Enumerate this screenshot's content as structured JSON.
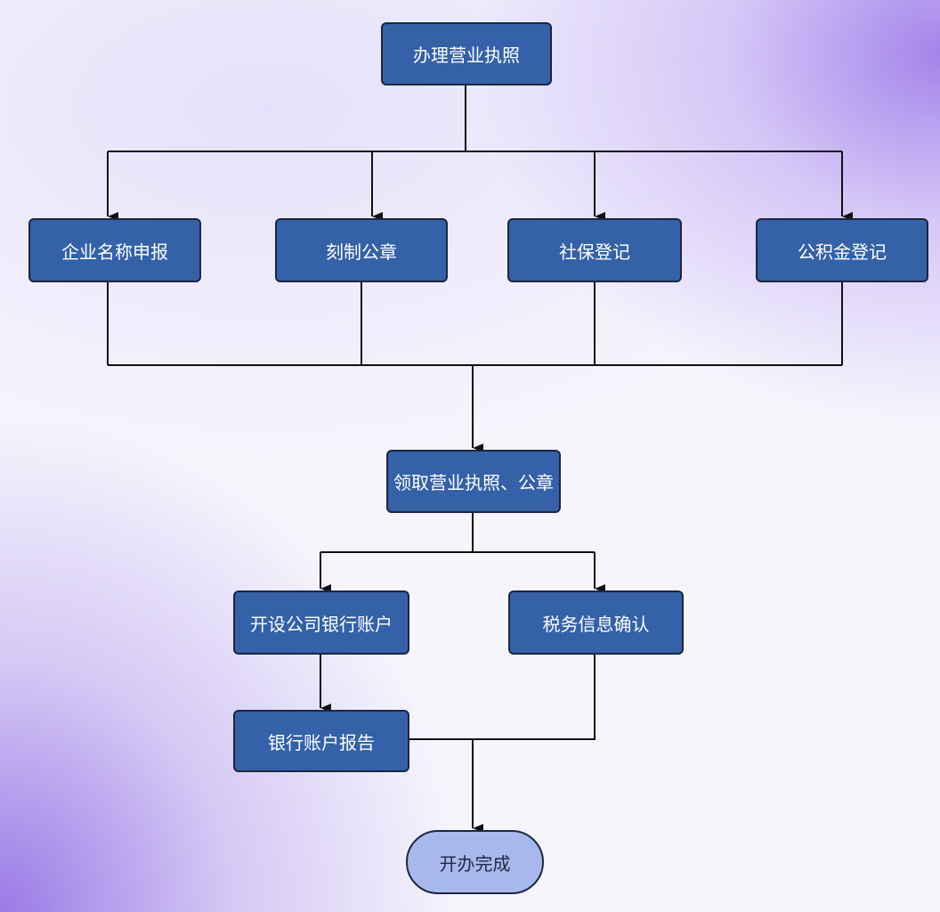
{
  "nodes": {
    "start": "办理营业执照",
    "name_report": "企业名称申报",
    "seal": "刻制公章",
    "social_security": "社保登记",
    "housing_fund": "公积金登记",
    "collect": "领取营业执照、公章",
    "bank_account": "开设公司银行账户",
    "tax_confirm": "税务信息确认",
    "bank_report": "银行账户报告",
    "finish": "开办完成"
  },
  "colors": {
    "box": "#3461a8",
    "finish": "#a9b8ec",
    "line": "#111111"
  }
}
